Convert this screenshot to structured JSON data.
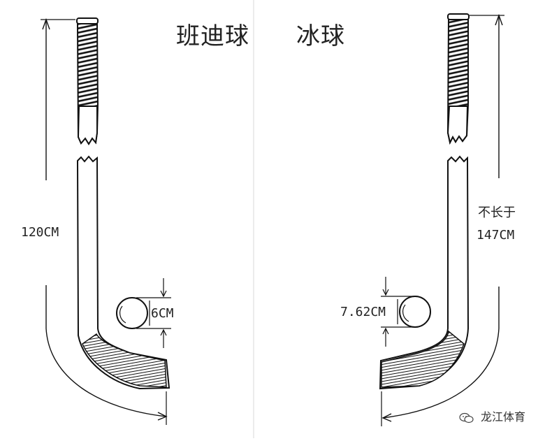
{
  "titles": {
    "left": "班迪球",
    "right": "冰球"
  },
  "left_stick": {
    "length_label": "120CM",
    "ball_label": "6CM"
  },
  "right_stick": {
    "length_label_line1": "不长于",
    "length_label_line2": "147CM",
    "ball_label": "7.62CM"
  },
  "watermark": {
    "text": "龙江体育",
    "icon": "wechat-icon"
  },
  "colors": {
    "ink": "#1a1a1a",
    "background": "#ffffff",
    "divider": "#e6e6e6"
  }
}
